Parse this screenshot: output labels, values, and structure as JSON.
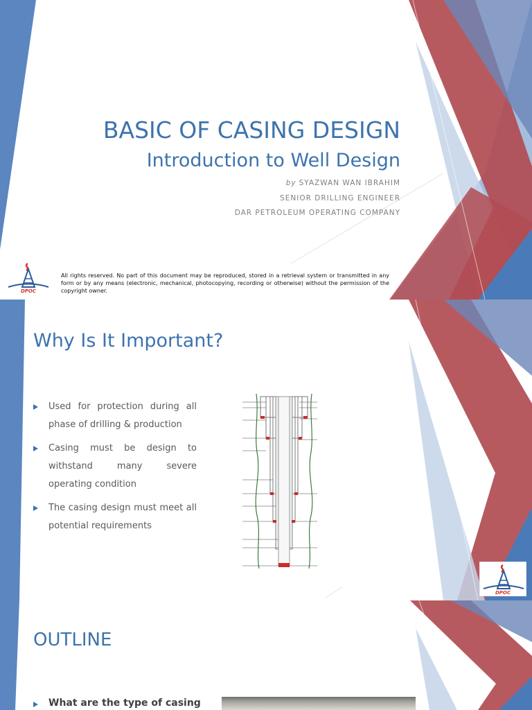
{
  "slide1": {
    "title": "BASIC OF CASING DESIGN",
    "subtitle": "Introduction to Well Design",
    "by_label": "by",
    "author": "SYAZWAN WAN IBRAHIM",
    "position": "SENIOR DRILLING ENGINEER",
    "company": "DAR PETROLEUM OPERATING COMPANY",
    "copyright": "All rights reserved. No part of this document may be reproduced, stored in a retrieval system or transmitted in any form or by any means (electronic, mechanical, photocopying, recording or otherwise) without the permission of the copyright owner.",
    "logo_text": "DPOC"
  },
  "slide2": {
    "heading": "Why Is It Important?",
    "bullets": [
      "Used for protection during all phase of drilling & production",
      "Casing must be design to withstand many severe operating condition",
      "The casing design must meet all potential requirements"
    ],
    "logo_text": "DPOC"
  },
  "slide3": {
    "heading": "OUTLINE",
    "bullets": [
      "What are the type of casing"
    ]
  },
  "colors": {
    "accent_blue": "#3d73ad",
    "deco_blue": "#5b86c0",
    "deco_red": "#b14c52",
    "deco_light": "#c4d4e8"
  }
}
